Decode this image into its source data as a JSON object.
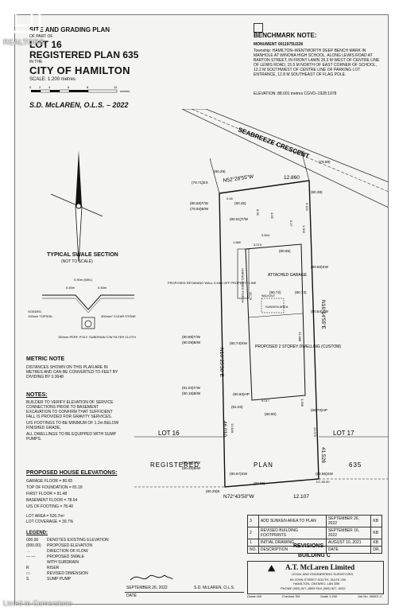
{
  "watermark": {
    "logo_text": "REALTOR®",
    "credit": "Listed to Cornerstone"
  },
  "title_block": {
    "line1": "SITE AND GRADING PLAN",
    "line2": "OF PART OF",
    "lot": "LOT 16",
    "plan": "REGISTERED PLAN 635",
    "in_the": "IN THE",
    "city": "CITY OF HAMILTON",
    "scale": "SCALE: 1:200 metres",
    "scale_ticks": [
      "0",
      "2",
      "4",
      "6",
      "8",
      "12",
      "metres"
    ],
    "surveyor": "S.D. McLAREN, O.L.S. – 2022"
  },
  "benchmark": {
    "heading": "BENCHMARK NOTE:",
    "monument": "MONUMENT 0011975U228",
    "text": "Township: HAMILTON–WENTWORTH DEEP BENCH MARK IN MANHOLE AT WINONA HIGH SCHOOL. ALONG LEWIS ROAD AT BARTON STREET, IN FRONT LAWN 28.3 M WEST OF CENTRE LINE OF LEWIS ROAD, 15.5 M NORTH OF EAST CORNER OF SCHOOL, 12.2 M SOUTHWEST OF CENTRE LINE OF PARKING LOT ENTRANCE, 12.8 M SOUTHEAST OF FLAG POLE.",
    "elevation": "ELEVATION: 88.001 metres CGVD–1928:1978"
  },
  "site": {
    "street": "SEABREEZE CRESCENT",
    "north_bearing": "N52°28'55\"W",
    "north_dist": "12.860",
    "south_bearing": "N72°43'50\"W",
    "south_dist": "12.107",
    "west_bearing": "N16°25'50\"E",
    "west_dist": "46.010",
    "east_bearing": "N16°14'55\"E",
    "east_dist": "41.528",
    "lot16": "LOT 16",
    "lot17": "LOT 17",
    "registered": "REGISTERED",
    "plan": "PLAN",
    "plan_no": "635",
    "garage": "ATTACHED GARAGE",
    "dwelling": "PROPOSED 2 STOREY DWELLING (CUSTOM)",
    "porch": "UNENCLOSED PORCH",
    "retaining": "PROPOSED RETAINING WALL 0.45m OFF PROPERTY LINE",
    "sunken": "SUNKEN AREA",
    "walkout": "WALKOUT",
    "elev_labels": [
      "(79.71)EX",
      "(80.29)",
      "(80.56)T/W",
      "(79.92)B/W",
      "(80.45)",
      "(80.61)T/W",
      "(80.38)",
      "(80.85)",
      "(80.72)",
      "(80.73)",
      "(80.50)SW",
      "(80.89)T/W",
      "(80.08)B/W",
      "(80.74)SW",
      "(80.54)SW",
      "(81.03)T/W",
      "(80.15)B/W",
      "(80.60)HP",
      "(81.03)",
      "(80.90)",
      "(80.70)HP",
      "(80.82)T/W",
      "(80.25)B/W",
      "(80.67)SW",
      "(80.65)SW",
      "(80.25)E",
      "(80.65)",
      "(79.84)",
      "(79.88)"
    ],
    "dims": [
      "12.860",
      "5.844",
      "3.073",
      "1.680",
      "9.017",
      "33.76",
      "21.688",
      "13.626",
      "13.370",
      "1.300",
      "6.119",
      "5.27",
      "1.268",
      "0.45",
      "8.35",
      "4.05"
    ],
    "benchmark_small": "T/C 80.50"
  },
  "swale": {
    "title": "TYPICAL SWALE SECTION",
    "subtitle": "(NOT TO SCALE)",
    "labels": [
      "0.90m (MIN.)",
      "0.45m",
      "0.45m",
      "SODDED",
      "100mm TOPSOIL",
      "300mm² CLEAR STONE",
      "150mm PERF. POLY. SUBDRAIN C/W FILTER CLOTH"
    ]
  },
  "metric_note": {
    "heading": "METRIC NOTE",
    "text": "DISTANCES SHOWN ON THIS PLAN ARE IN METRES AND CAN BE CONVERTED TO FEET BY DIVIDING BY 0.3048"
  },
  "notes": {
    "heading": "NOTES:",
    "items": [
      "BUILDER TO VERIFY ELEVATION OF SERVICE CONNECTIONS PRIOR TO BASEMENT EXCAVATION TO CONFIRM THAT SUFFICIENT FALL IS PROVIDED FOR GRAVITY SERVICES.",
      "U/S FOOTINGS TO BE MINIMUM OF 1.2m BELOW FINISHED GRADE.",
      "ALL DWELLINGS TO BE EQUIPPED WITH SUMP PUMPS."
    ]
  },
  "elevations": {
    "heading": "PROPOSED HOUSE ELEVATIONS:",
    "rows": [
      "GARAGE FLOOR = 80.65",
      "TOP OF FOUNDATION = 81.18",
      "FIRST FLOOR = 81.48",
      "BASEMENT FLOOR = 78.64",
      "U/S OF FOOTING = 78.40"
    ],
    "lot_area": "LOT AREA = 526.7m²",
    "lot_coverage": "LOT COVERAGE = 39.7%"
  },
  "legend": {
    "heading": "LEGEND:",
    "rows": [
      {
        "sym": "000.00",
        "text": "DENOTES EXISTING ELEVATION"
      },
      {
        "sym": "(000.00)",
        "text": "PROPOSED ELEVATION"
      },
      {
        "sym": "→",
        "text": "DIRECTION OF FLOW"
      },
      {
        "sym": "— —",
        "text": "PROPOSED SWALE"
      },
      {
        "sym": "",
        "text": "WITH SUBDRAIN"
      },
      {
        "sym": "R",
        "text": "RISER"
      },
      {
        "sym": "▭",
        "text": "REVISED DIMENSION"
      },
      {
        "sym": "S",
        "text": "SUMP PUMP"
      }
    ]
  },
  "revisions": {
    "rows": [
      {
        "no": "3",
        "desc": "ADD SUNKEN AREA TO PLAN",
        "date": "SEPTEMBER 26, 2022",
        "dr": "KB"
      },
      {
        "no": "2",
        "desc": "REVISED BUILDING FOOTPRINTS",
        "date": "SEPTEMBER 16, 2022",
        "dr": "KB"
      },
      {
        "no": "1",
        "desc": "INITIAL DRAWING",
        "date": "AUGUST 10, 2021",
        "dr": "KB"
      },
      {
        "no": "NO.",
        "desc": "DESCRIPTION",
        "date": "DATE",
        "dr": "DR."
      }
    ],
    "title": "REVISIONS",
    "building": "BUILDING C"
  },
  "company": {
    "name": "A.T. McLaren Limited",
    "sub": "LEGAL AND ENGINEERING SURVEYORS",
    "addr1": "69 JOHN STREET SOUTH, SUITE 230",
    "addr2": "HAMILTON, ONTARIO, L8N 2B9",
    "phone": "PHONE (905) 527–8559   FAX (905) 527–0032"
  },
  "footer": {
    "sig_date": "SEPTEMBER 26, 2022",
    "date_label": "DATE",
    "surveyor": "S.D. McLAREN, O.L.S.",
    "drawn": "Drawn KB",
    "checked": "Checked SM",
    "scale": "Scale 1:200",
    "job": "Job No. 36663–C"
  }
}
